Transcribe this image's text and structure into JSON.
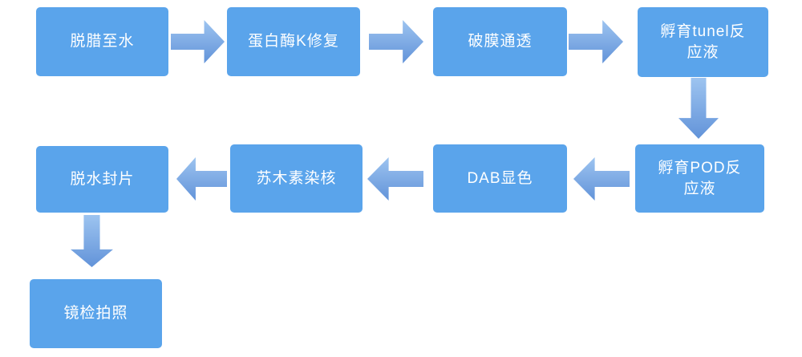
{
  "colors": {
    "background": "#ffffff",
    "node_fill": "#5aa4eb",
    "node_text": "#ffffff",
    "arrow_gradient_top": "#9dc4f0",
    "arrow_gradient_bottom": "#6293d9"
  },
  "flowchart": {
    "type": "process-flow",
    "nodes": [
      {
        "id": "step-1",
        "label": "脱腊至水"
      },
      {
        "id": "step-2",
        "label": "蛋白酶K修复"
      },
      {
        "id": "step-3",
        "label": "破膜通透"
      },
      {
        "id": "step-4",
        "label": "孵育tunel反\n应液"
      },
      {
        "id": "step-5",
        "label": "孵育POD反\n应液"
      },
      {
        "id": "step-6",
        "label": "DAB显色"
      },
      {
        "id": "step-7",
        "label": "苏木素染核"
      },
      {
        "id": "step-8",
        "label": "脱水封片"
      },
      {
        "id": "step-9",
        "label": "镜检拍照"
      }
    ],
    "edges": [
      {
        "from": "step-1",
        "to": "step-2",
        "direction": "right"
      },
      {
        "from": "step-2",
        "to": "step-3",
        "direction": "right"
      },
      {
        "from": "step-3",
        "to": "step-4",
        "direction": "right"
      },
      {
        "from": "step-4",
        "to": "step-5",
        "direction": "down"
      },
      {
        "from": "step-5",
        "to": "step-6",
        "direction": "left"
      },
      {
        "from": "step-6",
        "to": "step-7",
        "direction": "left"
      },
      {
        "from": "step-7",
        "to": "step-8",
        "direction": "left"
      },
      {
        "from": "step-8",
        "to": "step-9",
        "direction": "down"
      }
    ]
  }
}
